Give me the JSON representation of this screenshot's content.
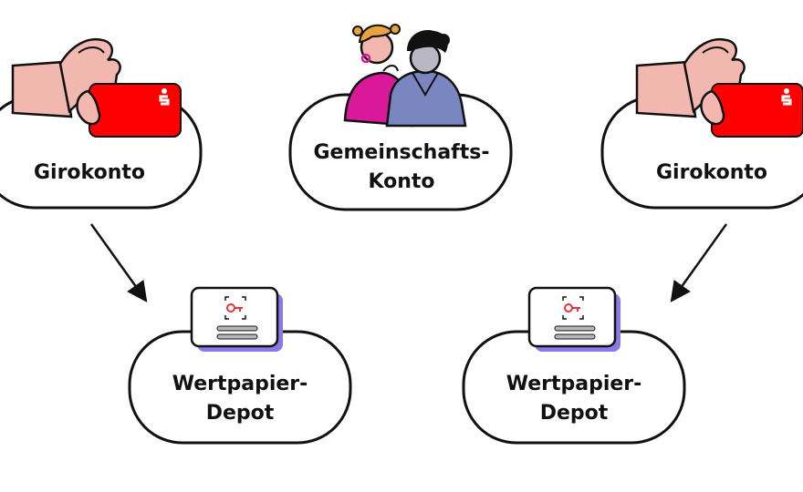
{
  "colors": {
    "stroke": "#111111",
    "card_red": "#ff0000",
    "hand_skin": "#f2b8b0",
    "depot_shadow": "#8a79e8",
    "depot_key": "#e8323c",
    "bar_gray": "#b8b8b8",
    "woman_top": "#d9199a",
    "man_jacket": "#7a86c0"
  },
  "nodes": {
    "giro_left": {
      "label": "Girokonto",
      "icon": "hand-holding-card-icon"
    },
    "joint": {
      "label_line1": "Gemeinschafts-",
      "label_line2": "Konto",
      "icon": "couple-icon"
    },
    "giro_right": {
      "label": "Girokonto",
      "icon": "hand-holding-card-icon"
    },
    "depot_left": {
      "label_line1": "Wertpapier-",
      "label_line2": "Depot",
      "icon": "depot-card-icon"
    },
    "depot_right": {
      "label_line1": "Wertpapier-",
      "label_line2": "Depot",
      "icon": "depot-card-icon"
    }
  },
  "edges": [
    {
      "from": "giro_left",
      "to": "depot_left"
    },
    {
      "from": "giro_right",
      "to": "depot_right"
    }
  ]
}
